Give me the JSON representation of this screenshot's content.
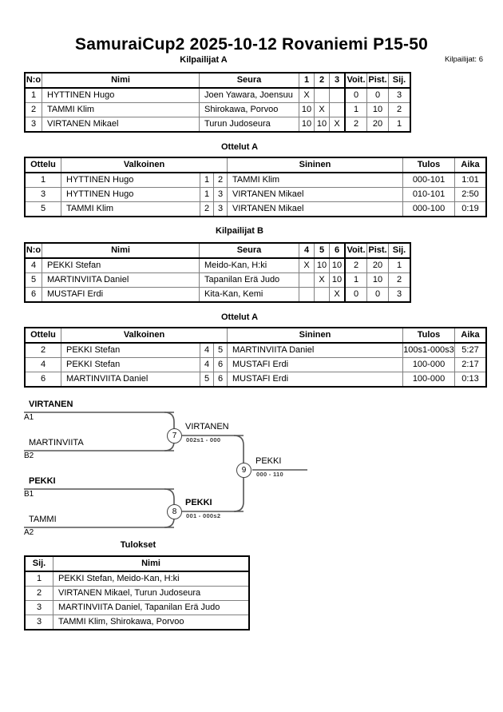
{
  "header": {
    "title": "SamuraiCup2  2025-10-12  Rovaniemi   P15-50",
    "entrants_label": "Kilpailijat: 6"
  },
  "sections": {
    "pool_a_title": "Kilpailijat A",
    "matches_a_title": "Ottelut A",
    "pool_b_title": "Kilpailijat B",
    "matches_b_title": "Ottelut A",
    "results_title": "Tulokset"
  },
  "pool_a": {
    "headers": {
      "no": "N:o",
      "name": "Nimi",
      "club": "Seura",
      "rr": [
        "1",
        "2",
        "3"
      ],
      "wins": "Voit.",
      "points": "Pist.",
      "rank": "Sij."
    },
    "rows": [
      {
        "no": "1",
        "name": "HYTTINEN Hugo",
        "club": "Joen Yawara, Joensuu",
        "rr": [
          "X",
          "",
          ""
        ],
        "wins": "0",
        "points": "0",
        "rank": "3"
      },
      {
        "no": "2",
        "name": "TAMMI Klim",
        "club": "Shirokawa, Porvoo",
        "rr": [
          "10",
          "X",
          ""
        ],
        "wins": "1",
        "points": "10",
        "rank": "2"
      },
      {
        "no": "3",
        "name": "VIRTANEN Mikael",
        "club": "Turun Judoseura",
        "rr": [
          "10",
          "10",
          "X"
        ],
        "wins": "2",
        "points": "20",
        "rank": "1"
      }
    ]
  },
  "matches_a": {
    "headers": {
      "match": "Ottelu",
      "white": "Valkoinen",
      "blue": "Sininen",
      "result": "Tulos",
      "time": "Aika"
    },
    "rows": [
      {
        "match": "1",
        "white": "HYTTINEN Hugo",
        "white_bold": false,
        "n1": "1",
        "n2": "2",
        "blue": "TAMMI Klim",
        "blue_bold": true,
        "result": "000-101",
        "time": "1:01"
      },
      {
        "match": "3",
        "white": "HYTTINEN Hugo",
        "white_bold": false,
        "n1": "1",
        "n2": "3",
        "blue": "VIRTANEN Mikael",
        "blue_bold": true,
        "result": "010-101",
        "time": "2:50"
      },
      {
        "match": "5",
        "white": "TAMMI Klim",
        "white_bold": false,
        "n1": "2",
        "n2": "3",
        "blue": "VIRTANEN Mikael",
        "blue_bold": true,
        "result": "000-100",
        "time": "0:19"
      }
    ]
  },
  "pool_b": {
    "headers": {
      "no": "N:o",
      "name": "Nimi",
      "club": "Seura",
      "rr": [
        "4",
        "5",
        "6"
      ],
      "wins": "Voit.",
      "points": "Pist.",
      "rank": "Sij."
    },
    "rows": [
      {
        "no": "4",
        "name": "PEKKI Stefan",
        "club": "Meido-Kan, H:ki",
        "rr": [
          "X",
          "10",
          "10"
        ],
        "wins": "2",
        "points": "20",
        "rank": "1"
      },
      {
        "no": "5",
        "name": "MARTINVIITA Daniel",
        "club": "Tapanilan Erä Judo",
        "rr": [
          "",
          "X",
          "10"
        ],
        "wins": "1",
        "points": "10",
        "rank": "2"
      },
      {
        "no": "6",
        "name": "MUSTAFI Erdi",
        "club": "Kita-Kan, Kemi",
        "rr": [
          "",
          "",
          "X"
        ],
        "wins": "0",
        "points": "0",
        "rank": "3"
      }
    ]
  },
  "matches_b": {
    "headers": {
      "match": "Ottelu",
      "white": "Valkoinen",
      "blue": "Sininen",
      "result": "Tulos",
      "time": "Aika"
    },
    "rows": [
      {
        "match": "2",
        "white": "PEKKI Stefan",
        "white_bold": true,
        "n1": "4",
        "n2": "5",
        "blue": "MARTINVIITA Daniel",
        "blue_bold": false,
        "result": "100s1-000s3",
        "time": "5:27"
      },
      {
        "match": "4",
        "white": "PEKKI Stefan",
        "white_bold": true,
        "n1": "4",
        "n2": "6",
        "blue": "MUSTAFI Erdi",
        "blue_bold": false,
        "result": "100-000",
        "time": "2:17"
      },
      {
        "match": "6",
        "white": "MARTINVIITA Daniel",
        "white_bold": true,
        "n1": "5",
        "n2": "6",
        "blue": "MUSTAFI Erdi",
        "blue_bold": false,
        "result": "100-000",
        "time": "0:13"
      }
    ]
  },
  "bracket": {
    "seeds": [
      {
        "name": "VIRTANEN",
        "code": "A1",
        "bold": true
      },
      {
        "name": "MARTINVIITA",
        "code": "B2",
        "bold": false
      },
      {
        "name": "PEKKI",
        "code": "B1",
        "bold": true
      },
      {
        "name": "TAMMI",
        "code": "A2",
        "bold": false
      }
    ],
    "matches": [
      {
        "number": "7",
        "winner": "VIRTANEN",
        "score": "002s1 - 000",
        "bold": false
      },
      {
        "number": "8",
        "winner": "PEKKI",
        "score": "001 - 000s2",
        "bold": true
      },
      {
        "number": "9",
        "winner": "PEKKI",
        "score": "000 - 110",
        "bold": false
      }
    ]
  },
  "results": {
    "headers": {
      "rank": "Sij.",
      "name": "Nimi"
    },
    "rows": [
      {
        "rank": "1",
        "name": "PEKKI Stefan, Meido-Kan, H:ki"
      },
      {
        "rank": "2",
        "name": "VIRTANEN Mikael, Turun Judoseura"
      },
      {
        "rank": "3",
        "name": "MARTINVIITA Daniel, Tapanilan Erä Judo"
      },
      {
        "rank": "3",
        "name": "TAMMI Klim, Shirokawa, Porvoo"
      }
    ]
  }
}
